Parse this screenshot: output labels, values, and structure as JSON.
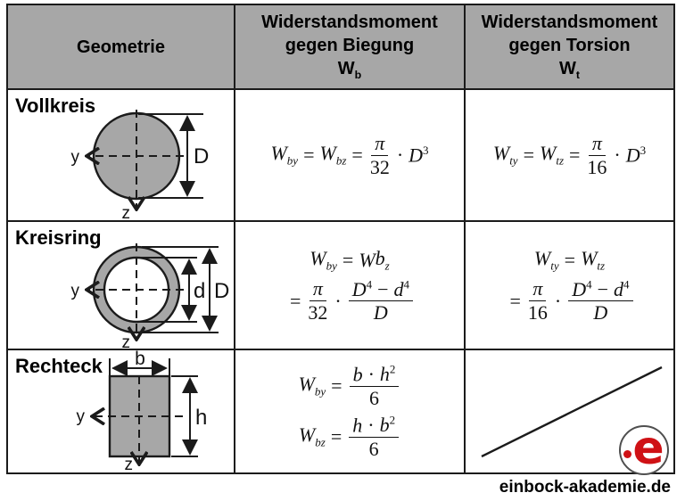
{
  "colors": {
    "header_bg": "#a7a7a7",
    "shape_fill": "#a7a7a7",
    "line": "#1b1b1b",
    "logo_red": "#cf1115",
    "logo_ring": "#4f4f4f"
  },
  "header": {
    "col1": "Geometrie",
    "col2_line1": "Widerstandsmoment",
    "col2_line2": "gegen Biegung",
    "col2_sym_base": "W",
    "col2_sym_sub": "b",
    "col3_line1": "Widerstandsmoment",
    "col3_line2": "gegen Torsion",
    "col3_sym_base": "W",
    "col3_sym_sub": "t"
  },
  "rows": [
    {
      "title": "Vollkreis",
      "labels": {
        "y": "y",
        "z": "z",
        "D": "D"
      }
    },
    {
      "title": "Kreisring",
      "labels": {
        "y": "y",
        "z": "z",
        "d": "d",
        "D": "D"
      }
    },
    {
      "title": "Rechteck",
      "labels": {
        "y": "y",
        "z": "z",
        "b": "b",
        "h": "h"
      }
    }
  ],
  "formulas": {
    "vollkreis_bending": {
      "lines": [
        [
          {
            "t": "v",
            "v": "W",
            "sub": "by"
          },
          {
            "t": "o",
            "v": "="
          },
          {
            "t": "v",
            "v": "W",
            "sub": "bz"
          },
          {
            "t": "o",
            "v": "="
          },
          {
            "t": "f",
            "num": [
              {
                "t": "v",
                "v": "π"
              }
            ],
            "den": [
              {
                "t": "n",
                "v": "32"
              }
            ]
          },
          {
            "t": "o",
            "v": "·"
          },
          {
            "t": "v",
            "v": "D",
            "sup": "3"
          }
        ]
      ]
    },
    "vollkreis_torsion": {
      "lines": [
        [
          {
            "t": "v",
            "v": "W",
            "sub": "ty"
          },
          {
            "t": "o",
            "v": "="
          },
          {
            "t": "v",
            "v": "W",
            "sub": "tz"
          },
          {
            "t": "o",
            "v": "="
          },
          {
            "t": "f",
            "num": [
              {
                "t": "v",
                "v": "π"
              }
            ],
            "den": [
              {
                "t": "n",
                "v": "16"
              }
            ]
          },
          {
            "t": "o",
            "v": "·"
          },
          {
            "t": "v",
            "v": "D",
            "sup": "3"
          }
        ]
      ]
    },
    "kreisring_bending": {
      "lines": [
        [
          {
            "t": "v",
            "v": "W",
            "sub": "by"
          },
          {
            "t": "o",
            "v": "="
          },
          {
            "t": "v",
            "v": "W"
          },
          {
            "t": "v",
            "v": "b",
            "sub": "z"
          }
        ],
        [
          {
            "t": "o",
            "v": "="
          },
          {
            "t": "f",
            "num": [
              {
                "t": "v",
                "v": "π"
              }
            ],
            "den": [
              {
                "t": "n",
                "v": "32"
              }
            ]
          },
          {
            "t": "o",
            "v": "·"
          },
          {
            "t": "f",
            "num": [
              {
                "t": "v",
                "v": "D",
                "sup": "4"
              },
              {
                "t": "o",
                "v": "−"
              },
              {
                "t": "v",
                "v": "d",
                "sup": "4"
              }
            ],
            "den": [
              {
                "t": "v",
                "v": "D"
              }
            ]
          }
        ]
      ]
    },
    "kreisring_torsion": {
      "lines": [
        [
          {
            "t": "v",
            "v": "W",
            "sub": "ty"
          },
          {
            "t": "o",
            "v": "="
          },
          {
            "t": "v",
            "v": "W",
            "sub": "tz"
          }
        ],
        [
          {
            "t": "o",
            "v": "="
          },
          {
            "t": "f",
            "num": [
              {
                "t": "v",
                "v": "π"
              }
            ],
            "den": [
              {
                "t": "n",
                "v": "16"
              }
            ]
          },
          {
            "t": "o",
            "v": "·"
          },
          {
            "t": "f",
            "num": [
              {
                "t": "v",
                "v": "D",
                "sup": "4"
              },
              {
                "t": "o",
                "v": "−"
              },
              {
                "t": "v",
                "v": "d",
                "sup": "4"
              }
            ],
            "den": [
              {
                "t": "v",
                "v": "D"
              }
            ]
          }
        ]
      ]
    },
    "rechteck_bending": {
      "lines": [
        [
          {
            "t": "v",
            "v": "W",
            "sub": "by"
          },
          {
            "t": "o",
            "v": "="
          },
          {
            "t": "f",
            "num": [
              {
                "t": "v",
                "v": "b"
              },
              {
                "t": "o",
                "v": "·"
              },
              {
                "t": "v",
                "v": "h",
                "sup": "2"
              }
            ],
            "den": [
              {
                "t": "n",
                "v": "6"
              }
            ]
          }
        ],
        [
          {
            "t": "v",
            "v": "W",
            "sub": "bz"
          },
          {
            "t": "o",
            "v": "="
          },
          {
            "t": "f",
            "num": [
              {
                "t": "v",
                "v": "h"
              },
              {
                "t": "o",
                "v": "·"
              },
              {
                "t": "v",
                "v": "b",
                "sup": "2"
              }
            ],
            "den": [
              {
                "t": "n",
                "v": "6"
              }
            ]
          }
        ]
      ]
    }
  },
  "footer": {
    "website": "einbock-akademie.de",
    "logo_letter": "e"
  }
}
